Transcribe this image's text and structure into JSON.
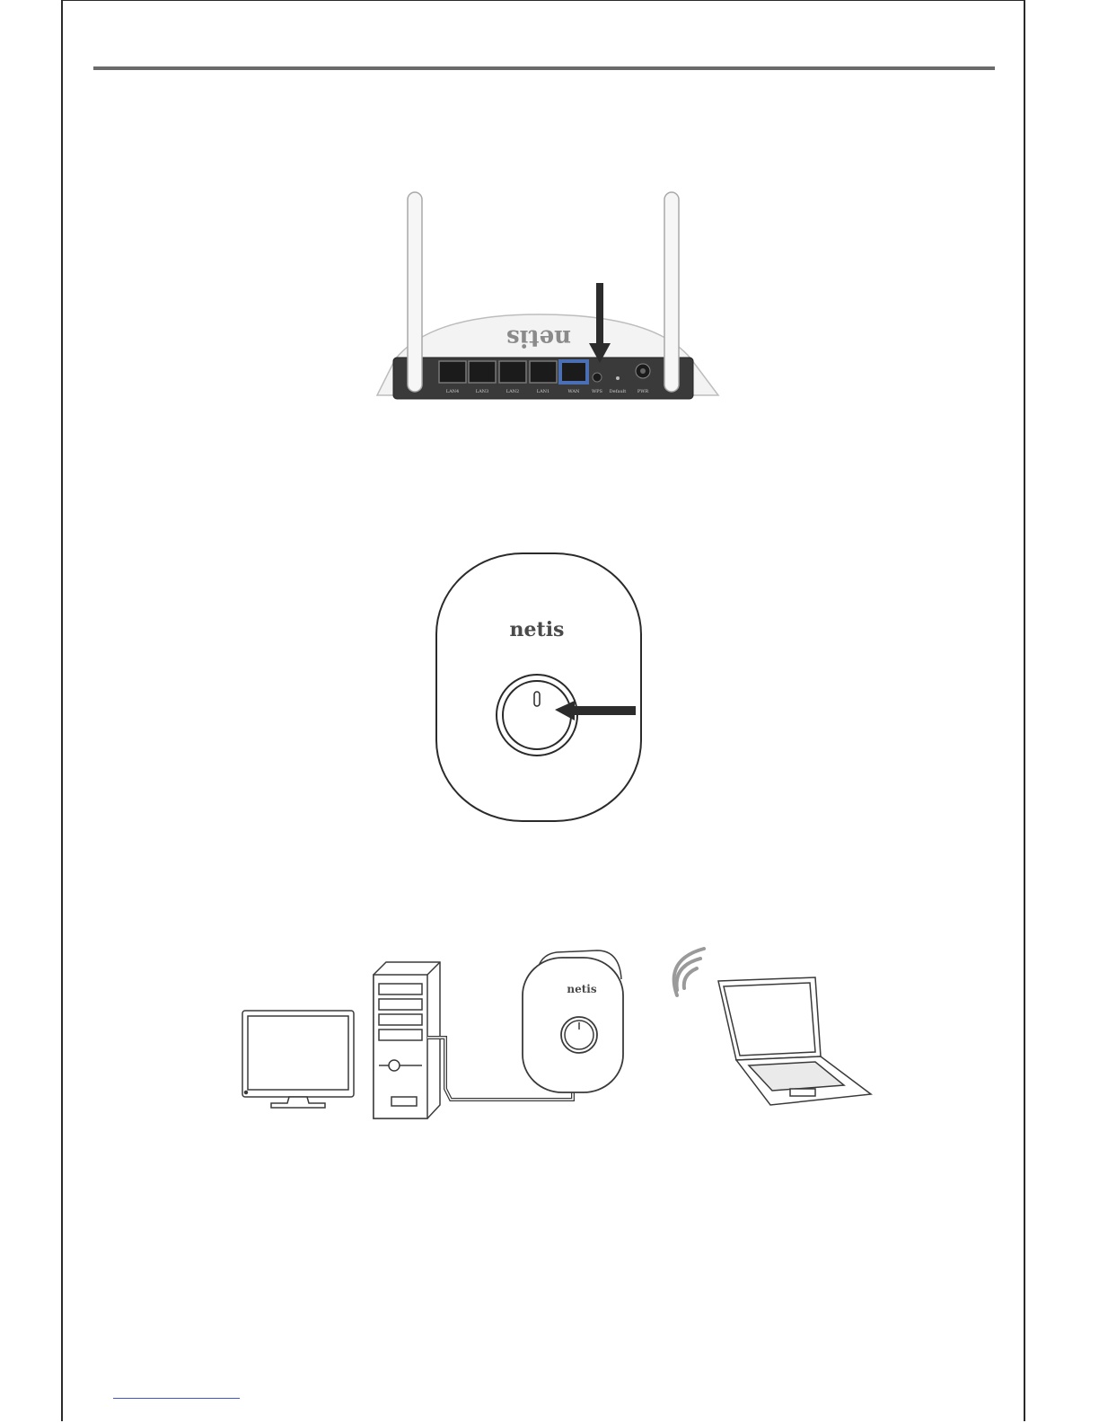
{
  "router": {
    "brand": "netis",
    "port_labels": [
      "LAN4",
      "LAN3",
      "LAN2",
      "LAN1",
      "WAN",
      "WPS",
      "Default",
      "PWR"
    ]
  },
  "extender": {
    "brand": "netis"
  },
  "setup": {
    "extender_brand": "netis"
  },
  "colors": {
    "wan_port": "#4a6fb5",
    "rule": "#6b6b6b",
    "link": "#3b57c9"
  }
}
